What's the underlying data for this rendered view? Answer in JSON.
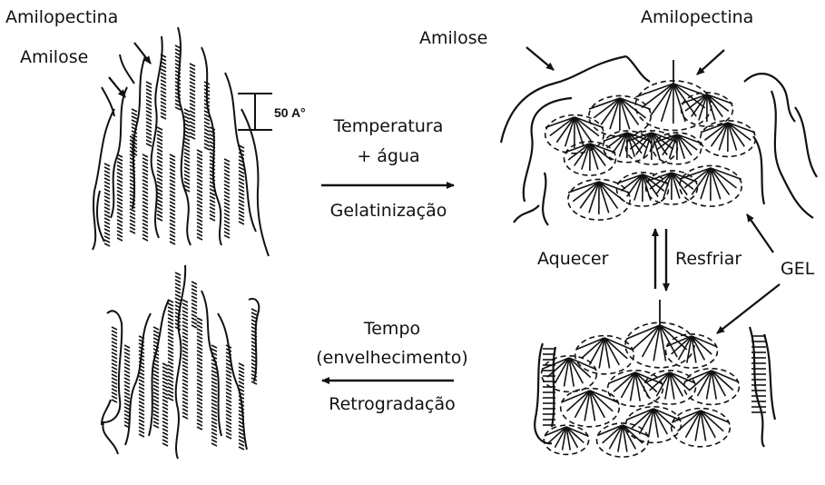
{
  "labels": {
    "tl_amilopectina": "Amilopectina",
    "tl_amilose": "Amilose",
    "scale": "50 A°",
    "tr_amilopectina": "Amilopectina",
    "tr_amilose": "Amilose",
    "arrow1_line1": "Temperatura",
    "arrow1_line2": "+ água",
    "arrow1_process": "Gelatinização",
    "heat": "Aquecer",
    "cool": "Resfriar",
    "gel": "GEL",
    "arrow2_line1": "Tempo",
    "arrow2_line2": "(envelhecimento)",
    "arrow2_process": "Retrogradação"
  },
  "colors": {
    "ink": "#111111",
    "background": "#ffffff"
  }
}
